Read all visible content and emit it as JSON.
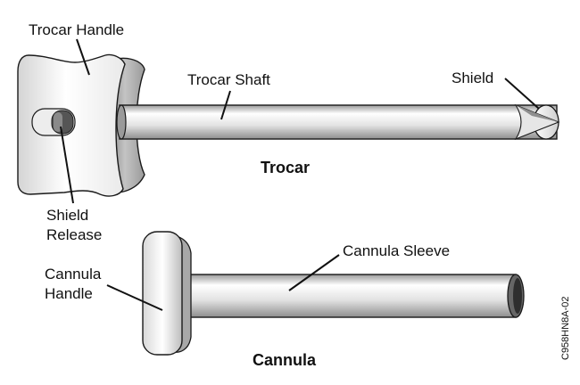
{
  "trocar": {
    "caption": "Trocar",
    "labels": {
      "handle": "Trocar Handle",
      "shaft": "Trocar Shaft",
      "shield": "Shield",
      "shield_release_line1": "Shield",
      "shield_release_line2": "Release"
    }
  },
  "cannula": {
    "caption": "Cannula",
    "labels": {
      "handle_line1": "Cannula",
      "handle_line2": "Handle",
      "sleeve": "Cannula Sleeve"
    }
  },
  "figure_code": "C958HN8A-02",
  "colors": {
    "outline": "#1a1a1a",
    "metal_light": "#ffffff",
    "metal_mid": "#d9d9d9",
    "metal_dark": "#8c8c8c"
  }
}
